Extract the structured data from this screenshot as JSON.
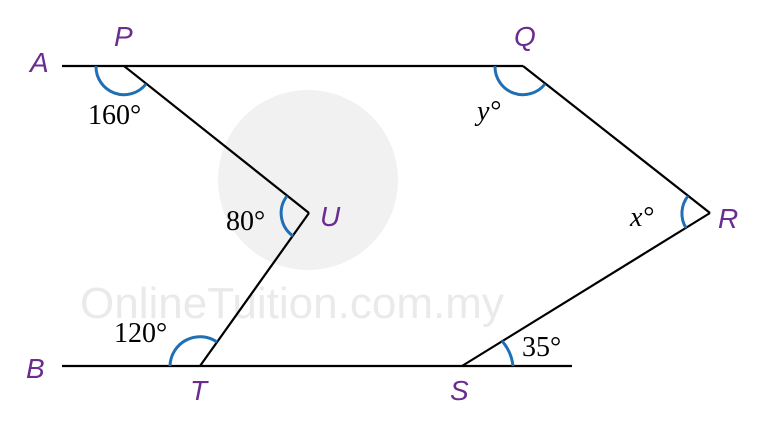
{
  "diagram": {
    "points": {
      "A": "A",
      "P": "P",
      "Q": "Q",
      "R": "R",
      "U": "U",
      "B": "B",
      "T": "T",
      "S": "S"
    },
    "angles": {
      "apu": "160°",
      "pqr": "y°",
      "qrs": "x°",
      "puT": "80°",
      "btu": "120°",
      "rst": "35°"
    },
    "watermark": "OnlineTuition.com.my"
  },
  "colors": {
    "line": "#000000",
    "arc": "#1f6fb5",
    "label": "#6b2c91",
    "watermark_circle": "#e6e6e6"
  }
}
